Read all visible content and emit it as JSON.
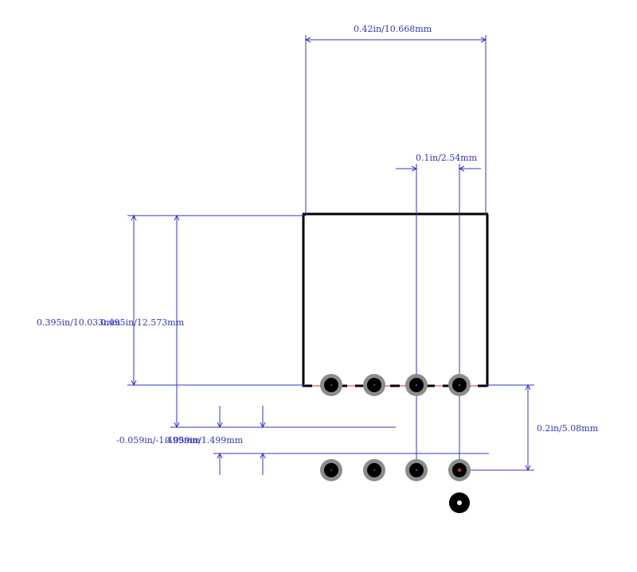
{
  "colors": {
    "dimension": "#3333cc",
    "outline": "#000000",
    "outline_accent": "#cc3333",
    "pad_ring": "#8c8c8c",
    "pad_hole": "#000000",
    "background": "#ffffff"
  },
  "dimensions": {
    "width_label": "0.42in/10.668mm",
    "pitch_label": "0.1in/2.54mm",
    "height_label_a": "0.395in/10.033mm",
    "height_label_b": "0.495in/12.573mm",
    "offset_label_a": "-0.059in/-1.499mm",
    "offset_label_b": "0.059in/1.499mm",
    "row_spacing_label": "0.2in/5.08mm"
  },
  "pads": {
    "top_row_count": 4,
    "bottom_row_count": 4,
    "marker": "pin-1-marker"
  }
}
